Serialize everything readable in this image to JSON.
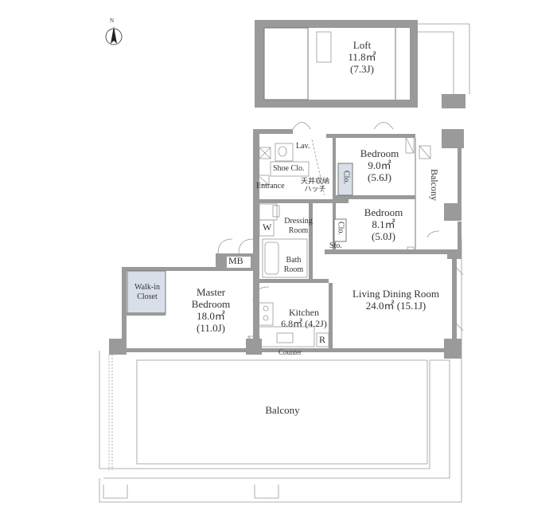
{
  "colors": {
    "wall": "#9a9a9a",
    "closet_fill": "#d9dfe8",
    "text": "#333333"
  },
  "north_label": "N",
  "rooms": {
    "loft": {
      "name": "Loft",
      "area": "11.8㎡",
      "jo": "(7.3J)"
    },
    "bedroom1": {
      "name": "Bedroom",
      "area": "9.0㎡",
      "jo": "(5.6J)"
    },
    "bedroom2": {
      "name": "Bedroom",
      "area": "8.1㎡",
      "jo": "(5.0J)"
    },
    "master": {
      "name1": "Master",
      "name2": "Bedroom",
      "area": "18.0㎡",
      "jo": "(11.0J)"
    },
    "ldk": {
      "name": "Living Dining Room",
      "area": "24.0㎡ (15.1J)"
    },
    "kitchen": {
      "name": "Kitchen",
      "area": "6.8㎡ (4.2J)"
    },
    "balcony_main": "Balcony",
    "balcony_side": "Balcony"
  },
  "labels": {
    "lav": "Lav.",
    "shoe_clo": "Shoe Clo.",
    "entrance": "Entrance",
    "ceiling_storage": "天井収納",
    "hatch": "ハッチ",
    "clo1": "Clo.",
    "clo2": "Clo.",
    "sto": "Sto.",
    "dressing1": "Dressing",
    "dressing2": "Room",
    "w": "W",
    "bath1": "Bath",
    "bath2": "Room",
    "mb": "MB",
    "walkin1": "Walk-in",
    "walkin2": "Closet",
    "counter": "Counter",
    "r": "R"
  }
}
